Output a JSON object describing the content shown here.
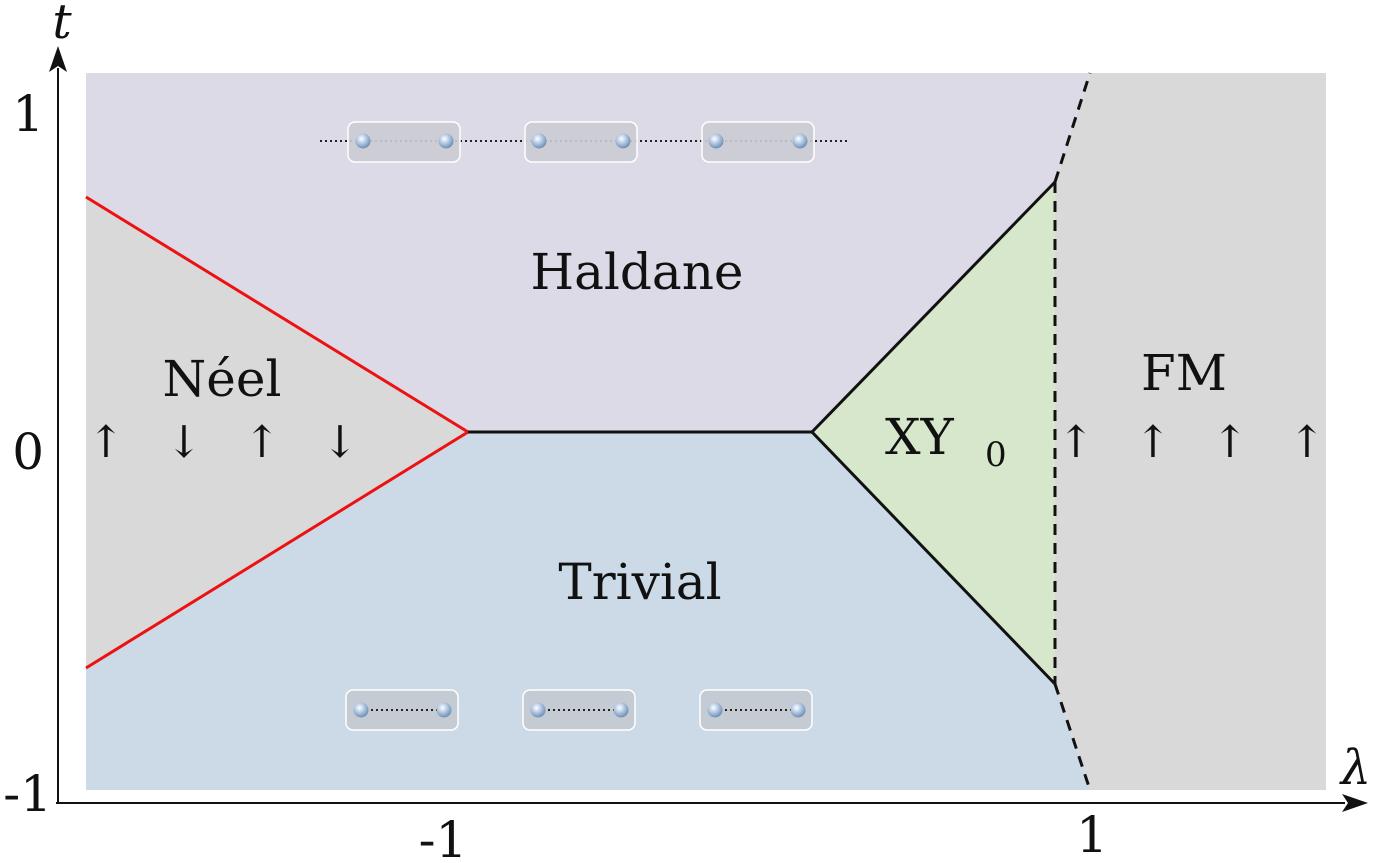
{
  "axes": {
    "x_label": "λ",
    "y_label": "t",
    "x_ticks": [
      "-1",
      "1"
    ],
    "y_ticks": [
      "1",
      "0",
      "-1"
    ]
  },
  "phases": {
    "haldane": "Haldane",
    "trivial": "Trivial",
    "neel": "Néel",
    "xy0_main": "XY",
    "xy0_sub": "0",
    "fm": "FM"
  },
  "spin_patterns": {
    "neel": [
      "↑",
      "↓",
      "↑",
      "↓"
    ],
    "fm": [
      "↑",
      "↑",
      "↑",
      "↑"
    ]
  },
  "colors": {
    "haldane": "#dcdae7",
    "trivial": "#ccdae7",
    "neel": "#d9d9d9",
    "xy0": "#d7e7cb",
    "fm": "#d9d9d9",
    "neel_boundary": "#ee1111",
    "boundary": "#111111",
    "site": "#a9c2e0"
  },
  "boundary_styles": {
    "neel": "solid",
    "haldane_trivial": "solid",
    "xy0_left": "solid",
    "xy0_fm": "dashed",
    "haldane_fm": "dashed",
    "trivial_fm": "dashed"
  }
}
